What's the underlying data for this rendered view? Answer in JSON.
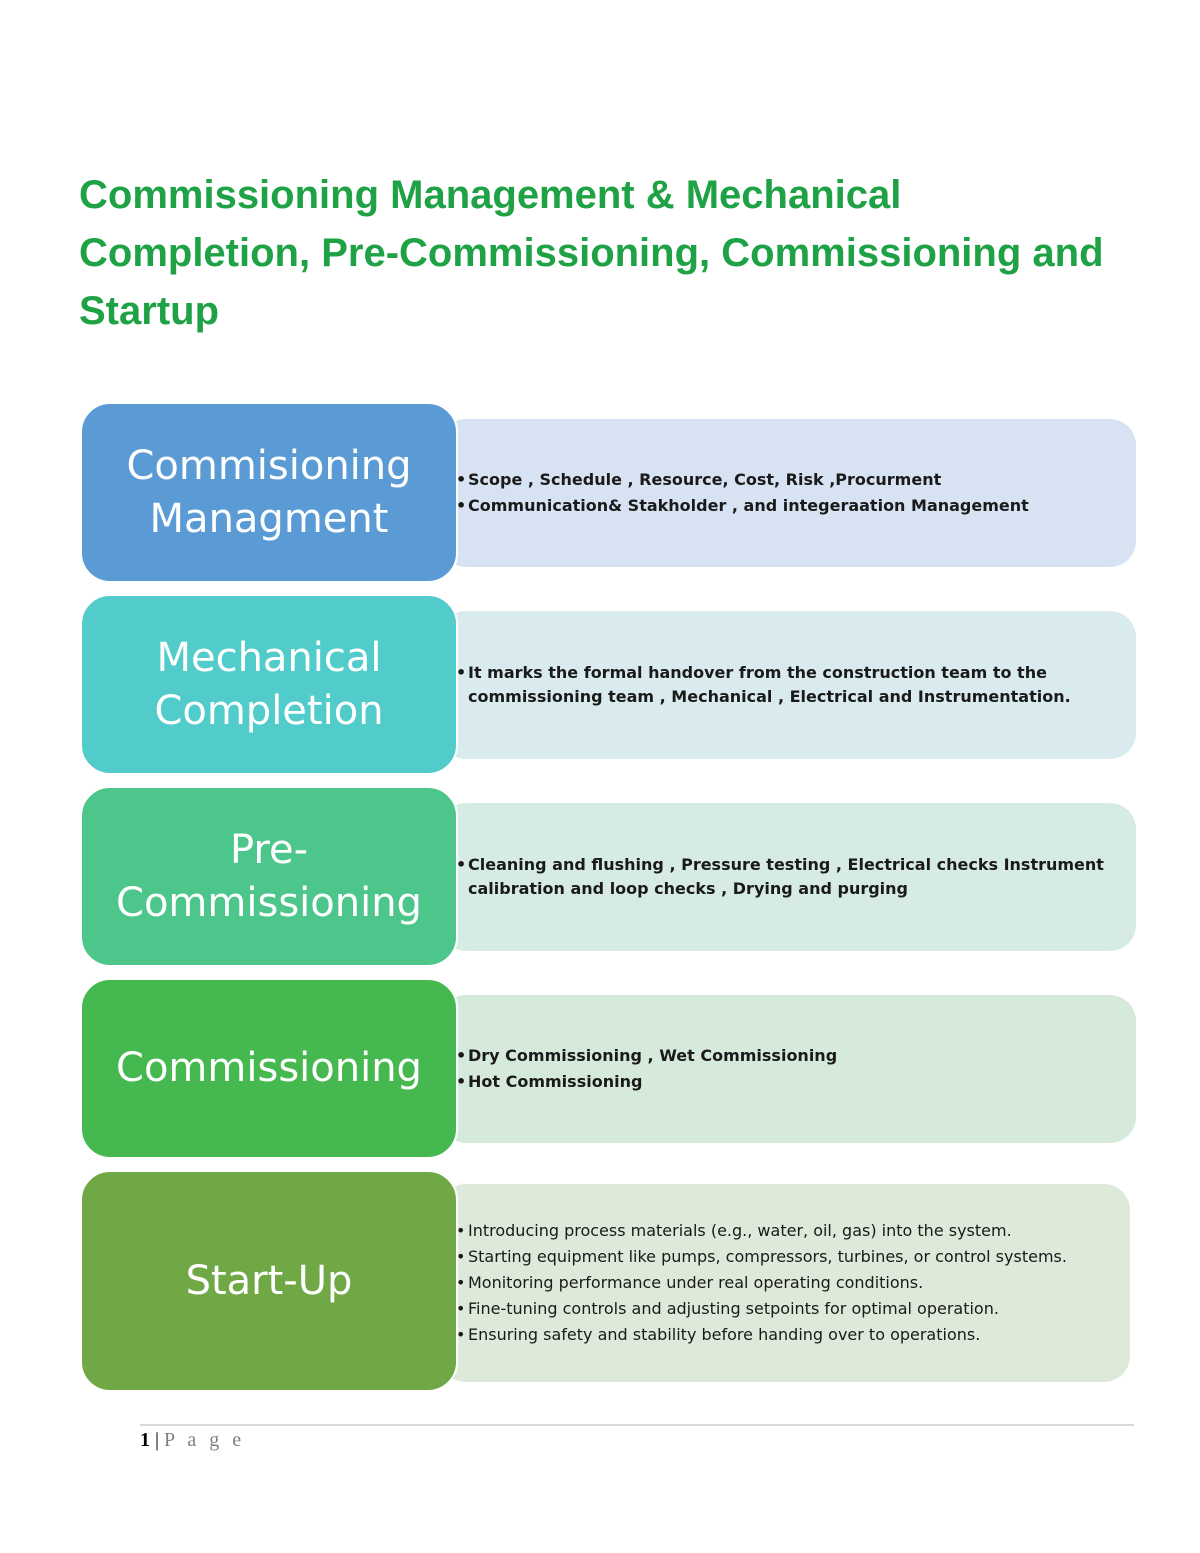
{
  "document": {
    "title": "Commissioning Management & Mechanical Completion, Pre-Commissioning, Commissioning and Startup"
  },
  "diagram": {
    "steps": [
      {
        "label": "Commisioning\nManagment",
        "box_color": "#5b9bd5",
        "panel_color": "#d7e3f3",
        "bold": true,
        "bullets": [
          "Scope , Schedule , Resource, Cost, Risk ,Procurment",
          "Communication& Stakholder , and integeraation Management"
        ]
      },
      {
        "label": "Mechanical\nCompletion",
        "box_color": "#52cbcb",
        "panel_color": "#d9ebef",
        "bold": true,
        "bullets": [
          "It marks the formal handover from the construction team to the commissioning team , Mechanical , Electrical and Instrumentation."
        ]
      },
      {
        "label": "Pre-\nCommissioning",
        "box_color": "#4dc68c",
        "panel_color": "#d6ece3",
        "bold": true,
        "bullets": [
          "Cleaning and flushing  , Pressure testing , Electrical checks  Instrument calibration and loop checks  , Drying and purging"
        ]
      },
      {
        "label": "Commissioning",
        "box_color": "#45b94f",
        "panel_color": "#d6eadb",
        "bold": true,
        "bullets": [
          "Dry Commissioning , Wet Commissioning",
          "Hot Commissioning"
        ]
      },
      {
        "label": "Start-Up",
        "box_color": "#70a845",
        "panel_color": "#dde9d9",
        "bold": false,
        "bullets": [
          " Introducing process materials (e.g., water, oil, gas) into the system.",
          "Starting equipment like pumps, compressors, turbines, or control systems.",
          "Monitoring performance under real operating conditions.",
          "Fine-tuning controls and adjusting setpoints for optimal operation.",
          "Ensuring safety and stability before handing over to operations."
        ]
      }
    ]
  },
  "footer": {
    "page_number": "1",
    "separator": " | ",
    "page_word": "P a g e"
  }
}
